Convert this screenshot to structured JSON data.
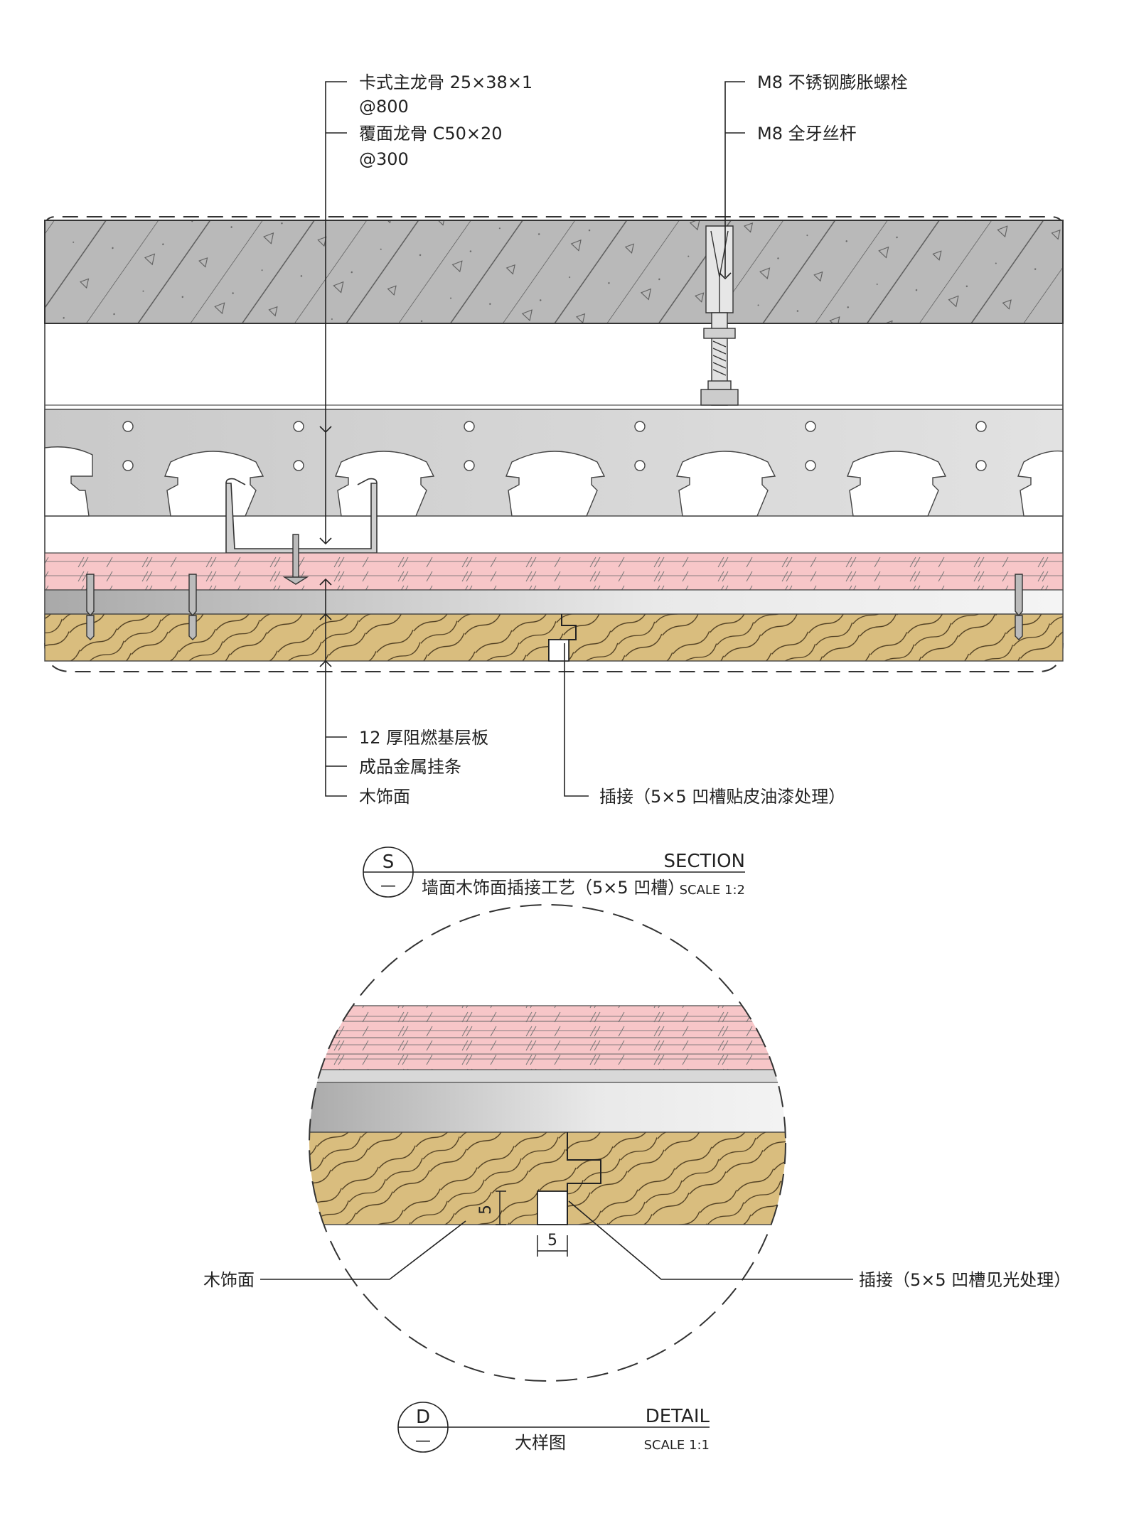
{
  "section": {
    "labels_top_left": {
      "main_keel": "卡式主龙骨 25×38×1",
      "main_keel_spacing": "@800",
      "cover_keel": "覆面龙骨 C50×20",
      "cover_keel_spacing": "@300"
    },
    "labels_top_right": {
      "bolt": "M8 不锈钢膨胀螺栓",
      "rod": "M8 全牙丝杆"
    },
    "labels_bottom_left": {
      "base_board": "12 厚阻燃基层板",
      "metal_strip": "成品金属挂条",
      "wood_face": "木饰面"
    },
    "labels_bottom_right": {
      "joint": "插接（5×5 凹槽贴皮油漆处理）"
    },
    "title_block": {
      "symbol": "S",
      "number": "—",
      "kind": "SECTION",
      "name": "墙面木饰面插接工艺（5×5 凹槽）",
      "scale": "SCALE 1:2"
    }
  },
  "detail": {
    "labels": {
      "wood_face": "木饰面",
      "joint": "插接（5×5 凹槽见光处理）",
      "dim_vertical": "5",
      "dim_horizontal": "5"
    },
    "title_block": {
      "symbol": "D",
      "number": "—",
      "kind": "DETAIL",
      "name": "大样图",
      "scale": "SCALE 1:1"
    }
  },
  "colors": {
    "concrete": "#b9b9b9",
    "metal": "#cfcfcf",
    "board": "#f7c6c8",
    "wood": "#d9bd7e",
    "line": "#222222"
  }
}
